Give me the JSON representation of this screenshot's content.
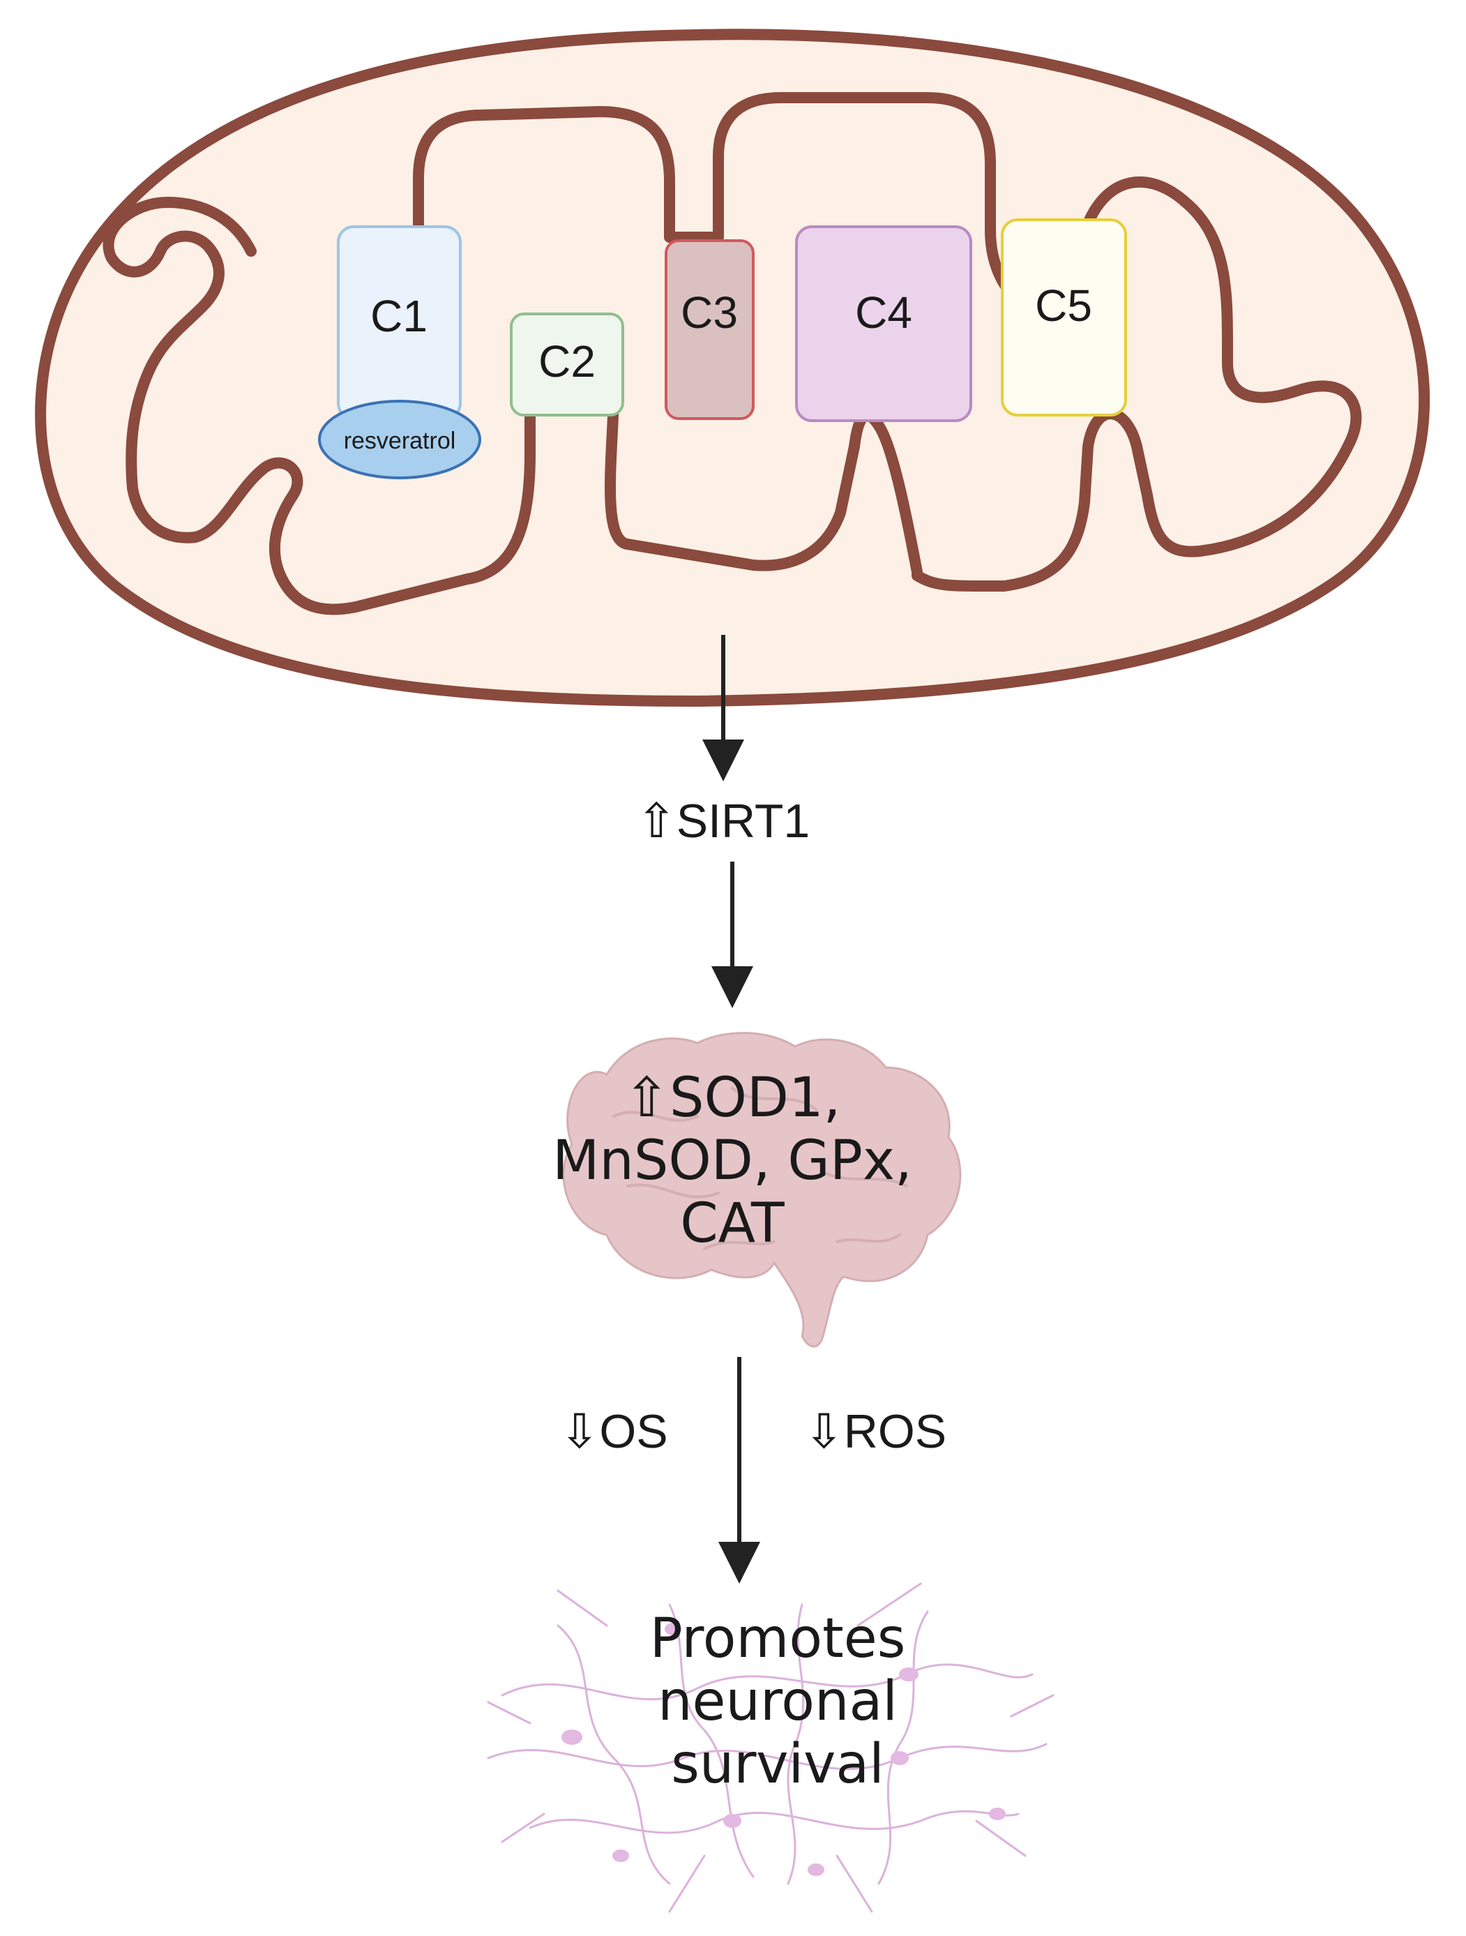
{
  "mitochondrion": {
    "complexes": [
      {
        "label": "C1",
        "fill": "#eaf2fb",
        "stroke": "#9fc3e6"
      },
      {
        "label": "C2",
        "fill": "#eef6ee",
        "stroke": "#8fbf8f"
      },
      {
        "label": "C3",
        "fill": "#dbc0c0",
        "stroke": "#d0595f"
      },
      {
        "label": "C4",
        "fill": "#ecd3ec",
        "stroke": "#b98bc2"
      },
      {
        "label": "C5",
        "fill": "#fefdf2",
        "stroke": "#e6cf3a"
      }
    ],
    "resveratrol": "resveratrol",
    "membrane_color": "#8a4a3d",
    "matrix_color": "#fdf0e7"
  },
  "flow": {
    "step1": "⇧SIRT1",
    "brain_lines": [
      "⇧SOD1,",
      "MnSOD, GPx,",
      "CAT"
    ],
    "left_effect": "⇩OS",
    "right_effect": "⇩ROS",
    "outcome_lines": [
      "Promotes",
      "neuronal",
      "survival"
    ]
  },
  "colors": {
    "brain": "#e6c5c8",
    "neuron": "#d9a8d8",
    "arrow": "#222222"
  }
}
